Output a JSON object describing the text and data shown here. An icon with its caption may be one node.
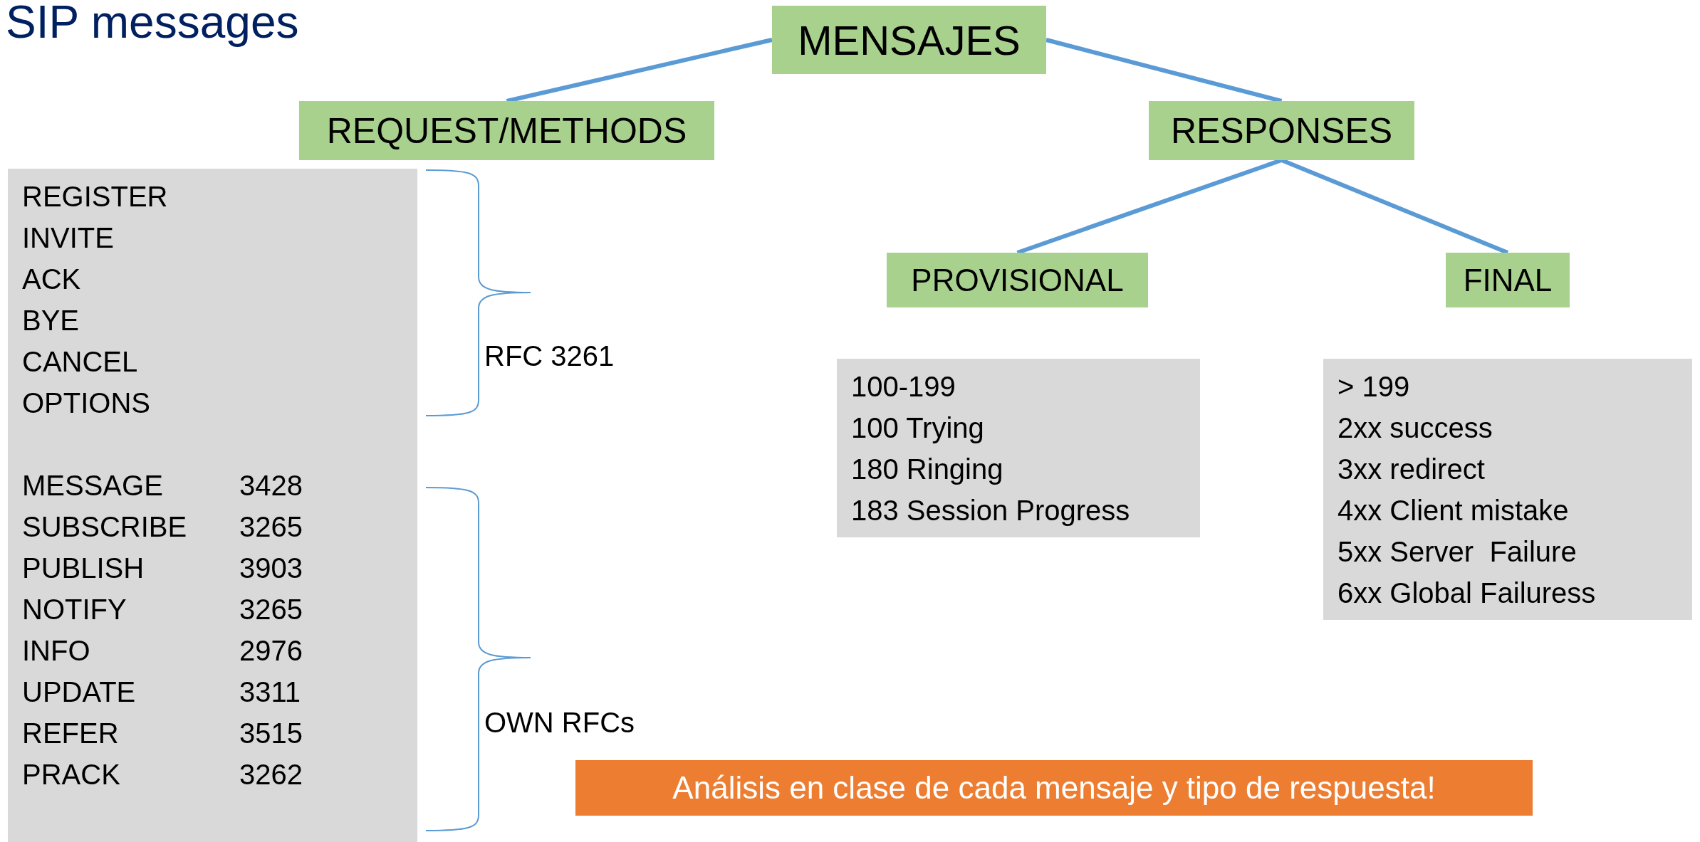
{
  "diagram": {
    "title": "SIP messages",
    "nodes": [
      {
        "text": [
          "MENSAJES"
        ]
      },
      {
        "text": [
          "REQUEST/METHODS"
        ]
      },
      {
        "text": [
          "RESPONSES"
        ]
      },
      {
        "text": [
          "PROVISIONAL"
        ]
      },
      {
        "text": [
          "FINAL"
        ]
      },
      {
        "text": [
          "REGISTER",
          "INVITE",
          "ACK",
          "BYE",
          "CANCEL",
          "OPTIONS",
          "MESSAGE 3428",
          "SUBSCRIBE 3265",
          "PUBLISH 3903",
          "NOTIFY 3265",
          "INFO 2976",
          "UPDATE 3311",
          "REFER 3515",
          "PRACK 3262"
        ]
      },
      {
        "text": [
          "100-199",
          "100 Trying",
          "180 Ringing",
          "183 Session Progress"
        ]
      },
      {
        "text": [
          "> 199",
          "2xx success",
          "3xx redirect",
          "4xx Client mistake",
          "5xx Server  Failure",
          "6xx Global Failuress"
        ]
      },
      {
        "text": [
          "Análisis en clase de cada mensaje y tipo de respuesta!"
        ]
      }
    ],
    "edges": [
      {
        "from": 0,
        "to": 1,
        "arrow": "none"
      },
      {
        "from": 0,
        "to": 2,
        "arrow": "none"
      },
      {
        "from": 2,
        "to": 3,
        "arrow": "none"
      },
      {
        "from": 2,
        "to": 4,
        "arrow": "none"
      }
    ],
    "labels": [
      "RFC 3261",
      "OWN RFCs"
    ]
  }
}
